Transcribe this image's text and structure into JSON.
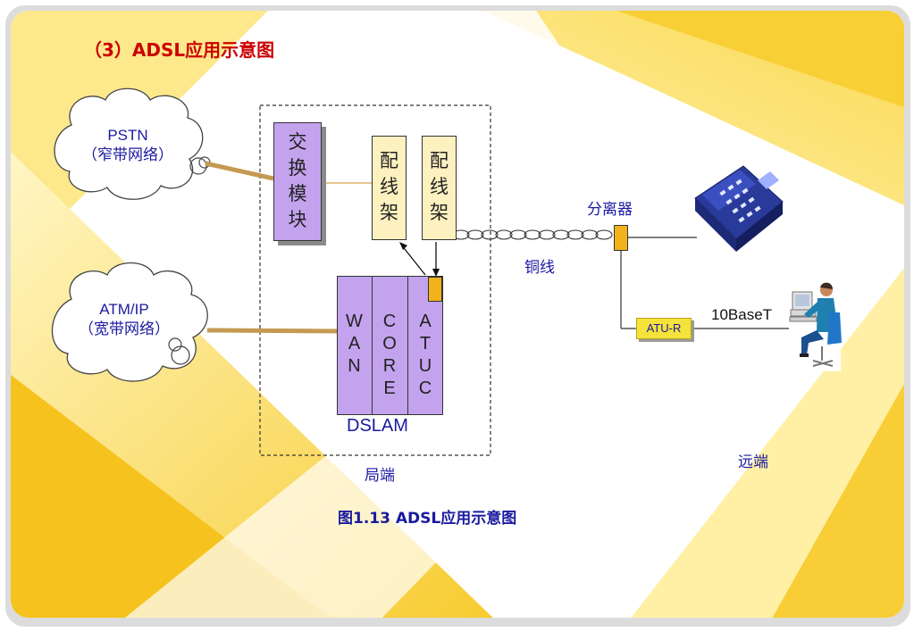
{
  "title": "（3）ADSL应用示意图",
  "caption": "图1.13  ADSL应用示意图",
  "clouds": {
    "pstn": {
      "name": "PSTN",
      "sub": "（窄带网络）"
    },
    "atm": {
      "name": "ATM/IP",
      "sub": "（宽带网络）"
    }
  },
  "switch_module": "交换模块",
  "frame1": "配线架",
  "frame2": "配线架",
  "dslam": {
    "wan": "WAN",
    "core": "CORE",
    "atuc": "ATUC",
    "label": "DSLAM"
  },
  "splitter": "分离器",
  "copper": "铜线",
  "atur": "ATU-R",
  "tenbase": "10BaseT",
  "local_end": "局端",
  "remote_end": "远端",
  "colors": {
    "accent_yellow": "#f7cf3c",
    "purple": "#c3a2ee",
    "frame_fill": "#fdf1c0",
    "text_blue": "#1a1aa0",
    "title_red": "#cc0000",
    "splitter_fill": "#f2b21b",
    "atur_fill": "#f5e23a"
  },
  "icons": [
    "cloud-icon",
    "telephone-icon",
    "computer-user-icon"
  ]
}
